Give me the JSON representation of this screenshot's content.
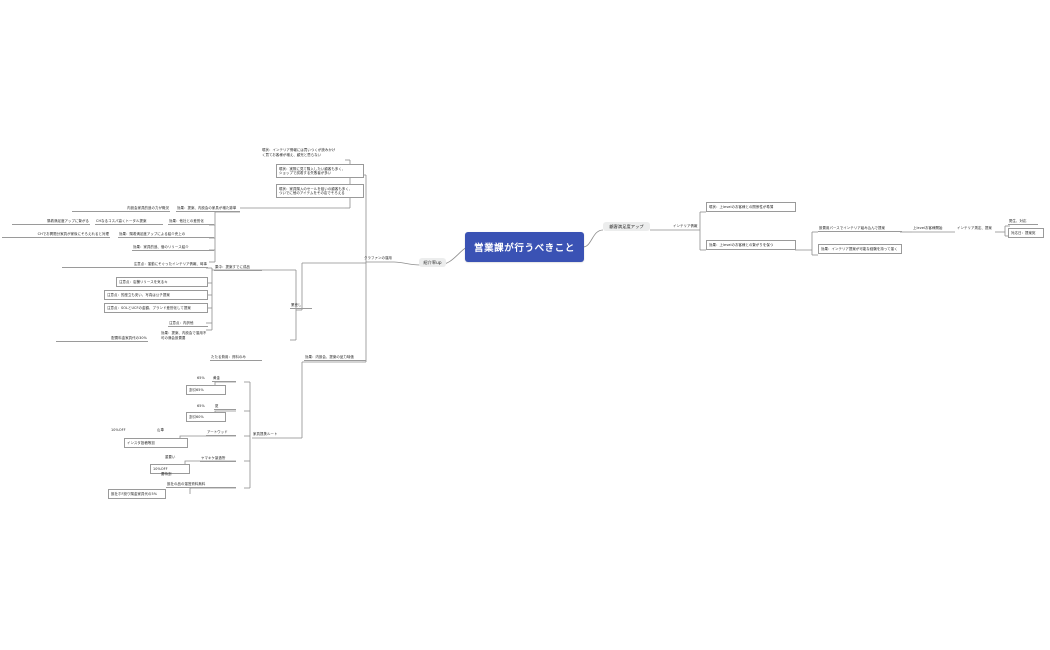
{
  "diagram": {
    "type": "mind-map",
    "title": "営業課が行うべきこと",
    "background_color": "#ffffff",
    "root_color": "#3a52b4",
    "root_text_color": "#ffffff",
    "branch_pill_color": "#eceded",
    "line_color": "#8d8d8d"
  },
  "root": {
    "label": "営業課が行うべきこと"
  },
  "branches": {
    "left_pill": "紹介率up",
    "right_pill": "顧客満足度アップ"
  },
  "left": {
    "crowdfunding": "クラファンの運用",
    "cf_children": [
      "現状：インテリア情報には買いつくが読みかけ\nく買てお客様が増え、顧完と思らない",
      "現状：実際に見て購入したい顧客も多く、\nショップで試着する失敗者が多い",
      "現状：家具購入のセールを狙いの顧客も多く、\nついでに他のアイテムをその店でそろえる"
    ],
    "top_notes": [
      "内設会家具的追の力が概況",
      "効果：提案、内設会の家具が増た跡単",
      "購着満足度アップに繋がる",
      "CHなるコスパ高くトータル提案",
      "効果：他社との差別化",
      "CHでお問題分家具が家後にそろえれると対理",
      "効果：購着満足度アップによる紹介売上の",
      "効果：家具的追、個のリリース紹介"
    ],
    "caution_items": [
      "注意点：運動にそぐったインテリア情報、時事",
      "注意点：店舗リリースを気るキ",
      "注意点：的座立も安い、写真は公チ提案",
      "注意点：SOLとUCFの金額、ブランド差別化して提案",
      "注意点：内訳他",
      "効果：提案、内設会で運用不可の満会設置要",
      "配置料金家具代の30%"
    ],
    "mid_labels": [
      "果中：提案すでに成品",
      "業売し",
      "たたる費用：資料のみ",
      "効果：内設会、提案の品力味価"
    ],
    "furniture_route": {
      "title": "家具提携ルート",
      "rows": [
        {
          "pct": "65%",
          "discount": "割引65%",
          "name": "黄金"
        },
        {
          "pct": "65%",
          "discount": "割引60%",
          "name": "夏"
        },
        {
          "note1": "10%OFF",
          "note2": "山車",
          "discount": "インスタ投稿等割",
          "name": "アートウッド"
        },
        {
          "note1": "重要い",
          "discount": "10%OFF",
          "name": "ヤマキケ製造所"
        },
        {
          "note1": "要特割",
          "discount": "設社の品の運営資料無料",
          "name": "設社ホF設り購金家具代の5%"
        }
      ]
    }
  },
  "right": {
    "interior_info": "インテリア情報",
    "items": [
      "現状：上levelのお客様との関係性が希薄",
      "効果：上levelのお客様との繋がりを保つ",
      "設置用パースでインテリア組み込んで提案",
      "効果：インテリア提案が可能な経験を持って運く",
      "上levelお客様開始",
      "インテリア測定、提案",
      "関生、対応",
      "対応日：提案宛"
    ]
  }
}
